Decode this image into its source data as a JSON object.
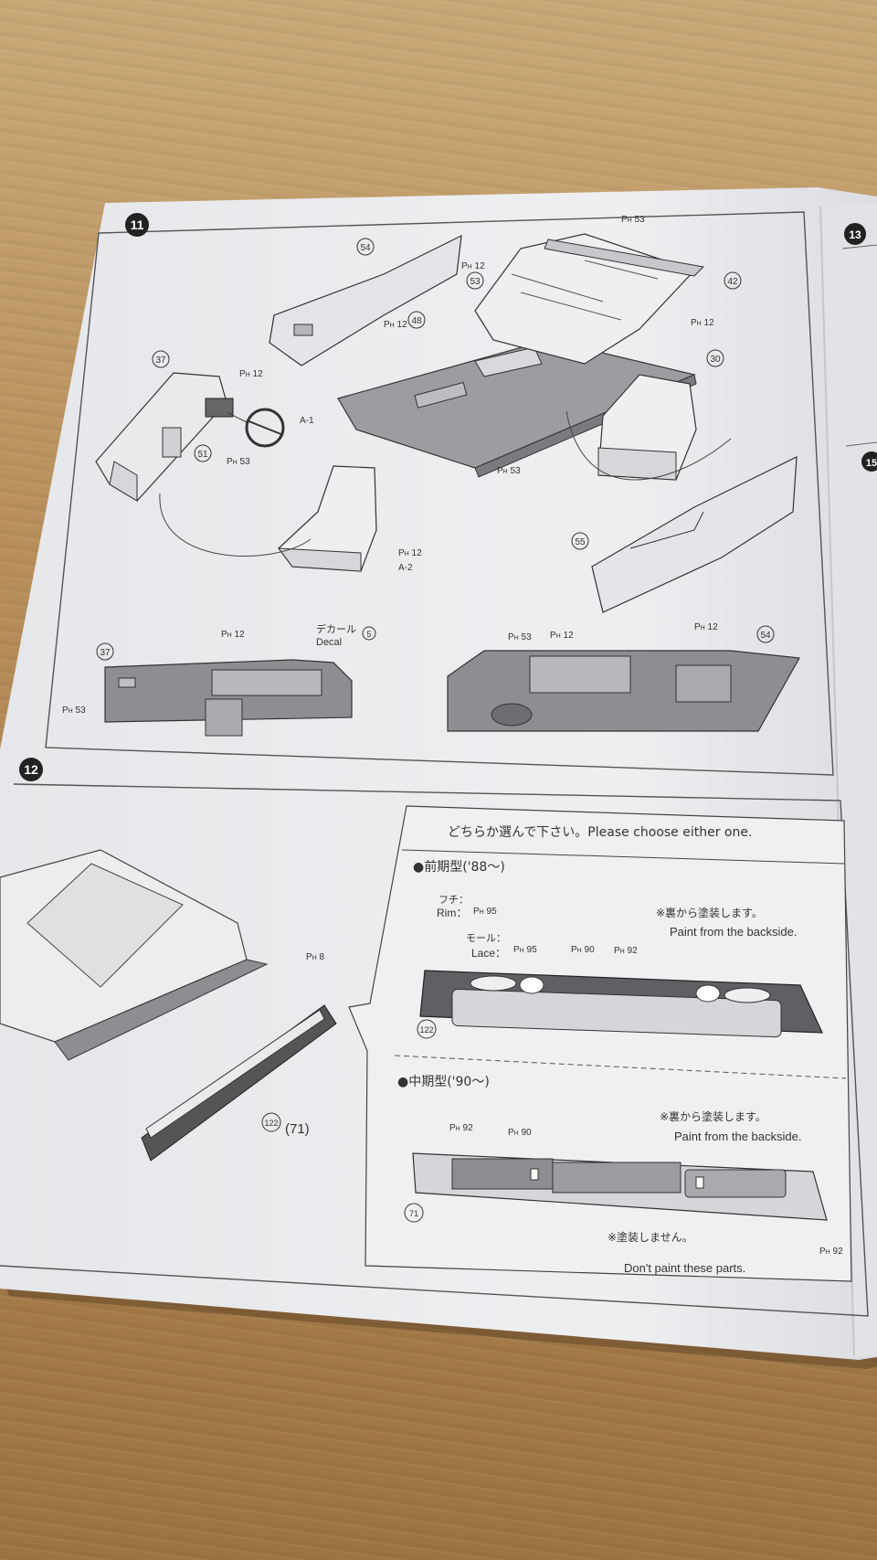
{
  "step11": {
    "number": "11",
    "parts": {
      "p54": "54",
      "p53": "53",
      "p42": "42",
      "p48": "48",
      "p37": "37",
      "p51": "51",
      "p30": "30",
      "p55": "55",
      "p5": "5"
    },
    "paint_codes": {
      "ph53": "53",
      "ph12": "12",
      "ph8": "8",
      "ph95": "95",
      "ph90": "90",
      "ph92": "92"
    },
    "wheel_marker": "A-1",
    "seat_marker": "A-2",
    "decal_jp": "デカール",
    "decal_en": "Decal"
  },
  "step12": {
    "number": "12",
    "rear_parts_label": "(71)",
    "part122": "122",
    "part71": "71",
    "choose_text": "どちらか選んで下さい。Please choose either one.",
    "early_title": "●前期型('88〜)",
    "rim_jp": "フチ：",
    "rim_en": "Rim：",
    "lace_jp": "モール：",
    "lace_en": "Lace：",
    "backside_jp": "※裏から塗装します。",
    "backside_en": "Paint from the backside.",
    "mid_title": "●中期型('90〜)",
    "nopaint_jp": "※塗装しません。",
    "nopaint_en": "Don't paint these parts."
  },
  "step13": {
    "number": "13"
  },
  "step15_partial": {
    "number": "15"
  }
}
